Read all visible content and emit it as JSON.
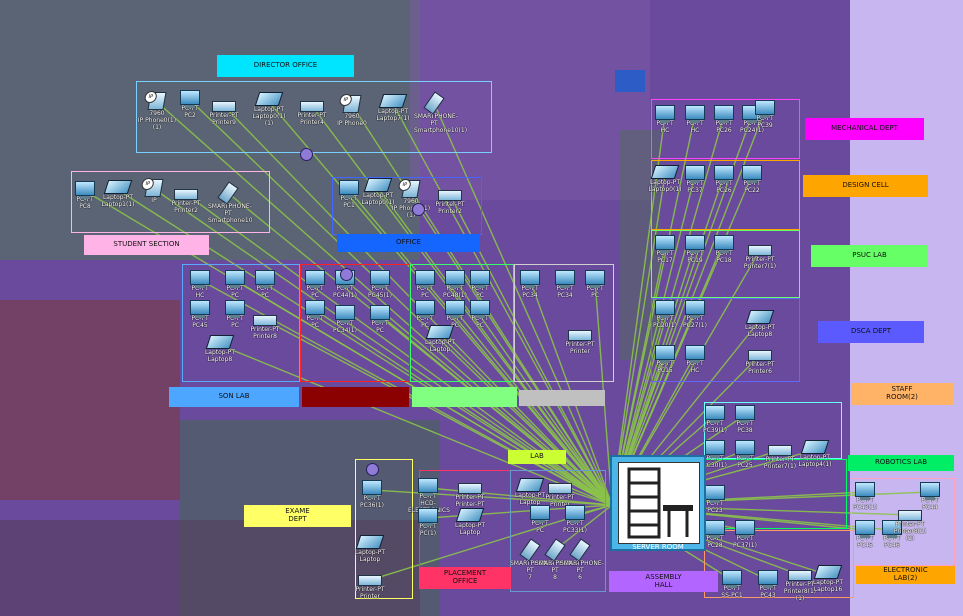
{
  "colors": {
    "link": "#8bc34a",
    "server_bg": "#4db6e8"
  },
  "labels": [
    {
      "id": "director",
      "text": "DIRECTOR OFFICE",
      "bg": "#00e5ff"
    },
    {
      "id": "student",
      "text": "STUDENT SECTION",
      "bg": "#ffb3e6"
    },
    {
      "id": "office",
      "text": "OFFICE",
      "bg": "#1565ff"
    },
    {
      "id": "mechanical",
      "text": "MECHANICAL DEPT",
      "bg": "#ff00ff"
    },
    {
      "id": "design",
      "text": "DESIGN CELL",
      "bg": "#ffa500"
    },
    {
      "id": "psuc",
      "text": "PSUC LAB",
      "bg": "#66ff66"
    },
    {
      "id": "dsca",
      "text": "DSCA DEPT",
      "bg": "#5a5aff"
    },
    {
      "id": "staff",
      "text": "STAFF\nROOM(2)",
      "bg": "#ffb366"
    },
    {
      "id": "robotics",
      "text": "ROBOTICS LAB",
      "bg": "#00ee66"
    },
    {
      "id": "electronic",
      "text": "ELECTRONIC\nLAB(2)",
      "bg": "#ffa500"
    },
    {
      "id": "son",
      "text": "SON LAB",
      "bg": "#4da6ff"
    },
    {
      "id": "lab_red",
      "text": "",
      "bg": "#8b0000"
    },
    {
      "id": "lab_green",
      "text": "",
      "bg": "#80ff80"
    },
    {
      "id": "lab_grey",
      "text": "",
      "bg": "#c0c0c0"
    },
    {
      "id": "exam",
      "text": "EXAME\nDEPT",
      "bg": "#ffff66"
    },
    {
      "id": "placement",
      "text": "PLACEMENT\nOFFICE",
      "bg": "#ff3366"
    },
    {
      "id": "assembly",
      "text": "ASSEMBLY\nHALL",
      "bg": "#b266ff"
    },
    {
      "id": "lab_small",
      "text": "LAB",
      "bg": "#ccff33"
    }
  ],
  "server_label": "SERVER ROOM",
  "devices": [
    {
      "type": "ph",
      "name": "7960\nIP Phone0(1)(1)"
    },
    {
      "type": "pc",
      "name": "PC-PT\nPC2"
    },
    {
      "type": "prn",
      "name": "Printer-PT\nPrinter9"
    },
    {
      "type": "lap",
      "name": "Laptop-PT\nLaptop0(1)(1)"
    },
    {
      "type": "prn",
      "name": "Printer-PT\nPrinter4"
    },
    {
      "type": "ph",
      "name": "7960\nIP Phone0"
    },
    {
      "type": "lap",
      "name": "Laptop-PT\nLaptop7(1)"
    },
    {
      "type": "sm",
      "name": "SMARTPHONE-PT\nSmartphone10(1)"
    },
    {
      "type": "pc",
      "name": "PC-PT\nPC8"
    },
    {
      "type": "lap",
      "name": "Laptop-PT\nLaptop1(1)"
    },
    {
      "type": "ph",
      "name": "IP"
    },
    {
      "type": "prn",
      "name": "Printer-PT\nPrinter2"
    },
    {
      "type": "sm",
      "name": "SMARTPHONE-PT\nSmartphone10"
    },
    {
      "type": "pc",
      "name": "PC-PT\nPC1"
    },
    {
      "type": "lap",
      "name": "Laptop-PT\nLaptop0(1)"
    },
    {
      "type": "ph",
      "name": "7960\nIP Phone0(1)(1)"
    },
    {
      "type": "prn",
      "name": "Printer-PT\nPrinter2"
    },
    {
      "type": "pc",
      "name": "PC-PT\nHC"
    },
    {
      "type": "pc",
      "name": "PC-PT\nHC"
    },
    {
      "type": "pc",
      "name": "PC-PT\nPC26"
    },
    {
      "type": "pc",
      "name": "PC-PT\nPC24(1)"
    },
    {
      "type": "pc",
      "name": "PC-PT\nPC39"
    },
    {
      "type": "lap",
      "name": "Laptop-PT\nLaptop0(1)"
    },
    {
      "type": "pc",
      "name": "PC-PT\nPC37"
    },
    {
      "type": "pc",
      "name": "PC-PT\nPC26"
    },
    {
      "type": "pc",
      "name": "PC-PT\nPC22"
    },
    {
      "type": "pc",
      "name": "PC-PT\nPC17"
    },
    {
      "type": "pc",
      "name": "PC-PT\nPC19"
    },
    {
      "type": "pc",
      "name": "PC-PT\nPC18"
    },
    {
      "type": "prn",
      "name": "Printer-PT\nPrinter7(1)"
    },
    {
      "type": "pc",
      "name": "PC-PT\nPC20(1)"
    },
    {
      "type": "pc",
      "name": "PC-PT\nPC27(1)"
    },
    {
      "type": "lap",
      "name": "Laptop-PT\nLaptop8"
    },
    {
      "type": "pc",
      "name": "PC-PT\nPC15"
    },
    {
      "type": "pc",
      "name": "PC-PT\nHC"
    },
    {
      "type": "prn",
      "name": "Printer-PT\nPrinter6"
    },
    {
      "type": "pc",
      "name": "PC-PT\nPC39(1)"
    },
    {
      "type": "pc",
      "name": "PC-PT\nPC38"
    },
    {
      "type": "pc",
      "name": "PC-PT\nPC30(1)"
    },
    {
      "type": "pc",
      "name": "PC-PT\nPC25"
    },
    {
      "type": "prn",
      "name": "Printer-PT\nPrinter7(1)"
    },
    {
      "type": "lap",
      "name": "Laptop-PT\nLaptop4(1)"
    },
    {
      "type": "pc",
      "name": "PC-PT\nPC43(1)"
    },
    {
      "type": "pc",
      "name": "PC-PT\nPC45"
    },
    {
      "type": "pc",
      "name": "PC-PT\nPC46"
    },
    {
      "type": "pc",
      "name": "PC-PT\nPC44"
    },
    {
      "type": "prn",
      "name": "Printer-PT\nPrinter8(1)(2)"
    },
    {
      "type": "pc",
      "name": "PC-PT\nPC23"
    },
    {
      "type": "pc",
      "name": "PC-PT\nPC28"
    },
    {
      "type": "pc",
      "name": "PC-PT\nPC37(1)"
    },
    {
      "type": "pc",
      "name": "PC-PT\nSS-PC1"
    },
    {
      "type": "pc",
      "name": "PC-PT\nPC43"
    },
    {
      "type": "prn",
      "name": "Printer-PT\nPrinter8(1)(1)"
    },
    {
      "type": "lap",
      "name": "Laptop-PT\nLaptop16"
    },
    {
      "type": "pc",
      "name": "PC-PT\nHC"
    },
    {
      "type": "pc",
      "name": "PC-PT\nPC45"
    },
    {
      "type": "pc",
      "name": "PC-PT\nPC"
    },
    {
      "type": "pc",
      "name": "PC-PT\nPC"
    },
    {
      "type": "lap",
      "name": "Laptop-PT\nLaptop8"
    },
    {
      "type": "pc",
      "name": "PC-PT\nPC"
    },
    {
      "type": "prn",
      "name": "Printer-PT\nPrinter8"
    },
    {
      "type": "pc",
      "name": "PC-PT\nPC"
    },
    {
      "type": "pc",
      "name": "PC-PT\nPC44(1)"
    },
    {
      "type": "pc",
      "name": "PC-PT\nPC45(1)"
    },
    {
      "type": "pc",
      "name": "PC-PT\nPC"
    },
    {
      "type": "pc",
      "name": "PC-PT\nPC34(1)"
    },
    {
      "type": "pc",
      "name": "PC-PT\nPC"
    },
    {
      "type": "pc",
      "name": "PC-PT\nPC"
    },
    {
      "type": "pc",
      "name": "PC-PT\nPC48(1)"
    },
    {
      "type": "pc",
      "name": "PC-PT\nPC"
    },
    {
      "type": "lap",
      "name": "Laptop-PT\nLaptop"
    },
    {
      "type": "pc",
      "name": "PC-PT\nPC"
    },
    {
      "type": "pc",
      "name": "PC-PT\nPC"
    },
    {
      "type": "pc",
      "name": "PC-PT\nPC"
    },
    {
      "type": "pc",
      "name": "PC-PT\nPC34"
    },
    {
      "type": "pc",
      "name": "PC-PT\nPC34"
    },
    {
      "type": "pc",
      "name": "PC-PT\nPC"
    },
    {
      "type": "prn",
      "name": "Printer-PT\nPrinter"
    },
    {
      "type": "pc",
      "name": "PC-PT\nPC36(1)"
    },
    {
      "type": "lap",
      "name": "Laptop-PT\nLaptop"
    },
    {
      "type": "pc",
      "name": "PC-PT\nHCD-ELECTRONICS"
    },
    {
      "type": "prn",
      "name": "Printer-PT\nPrinter-PT"
    },
    {
      "type": "pc",
      "name": "PC-PT\nPC(1)"
    },
    {
      "type": "lap",
      "name": "Laptop-PT\nLaptop"
    },
    {
      "type": "prn",
      "name": "Printer-PT\nPrinter"
    },
    {
      "type": "lap",
      "name": "Laptop-PT\nLaptop"
    },
    {
      "type": "prn",
      "name": "Printer-PT\nPrinter"
    },
    {
      "type": "pc",
      "name": "PC-PT\nPC"
    },
    {
      "type": "pc",
      "name": "PC-PT\nPC33(1)"
    },
    {
      "type": "sm",
      "name": "SMARTPHONE-PT\n7"
    },
    {
      "type": "sm",
      "name": "SMARTPHONE-PT\n8"
    },
    {
      "type": "sm",
      "name": "SMARTPHONE-PT\n6"
    }
  ]
}
